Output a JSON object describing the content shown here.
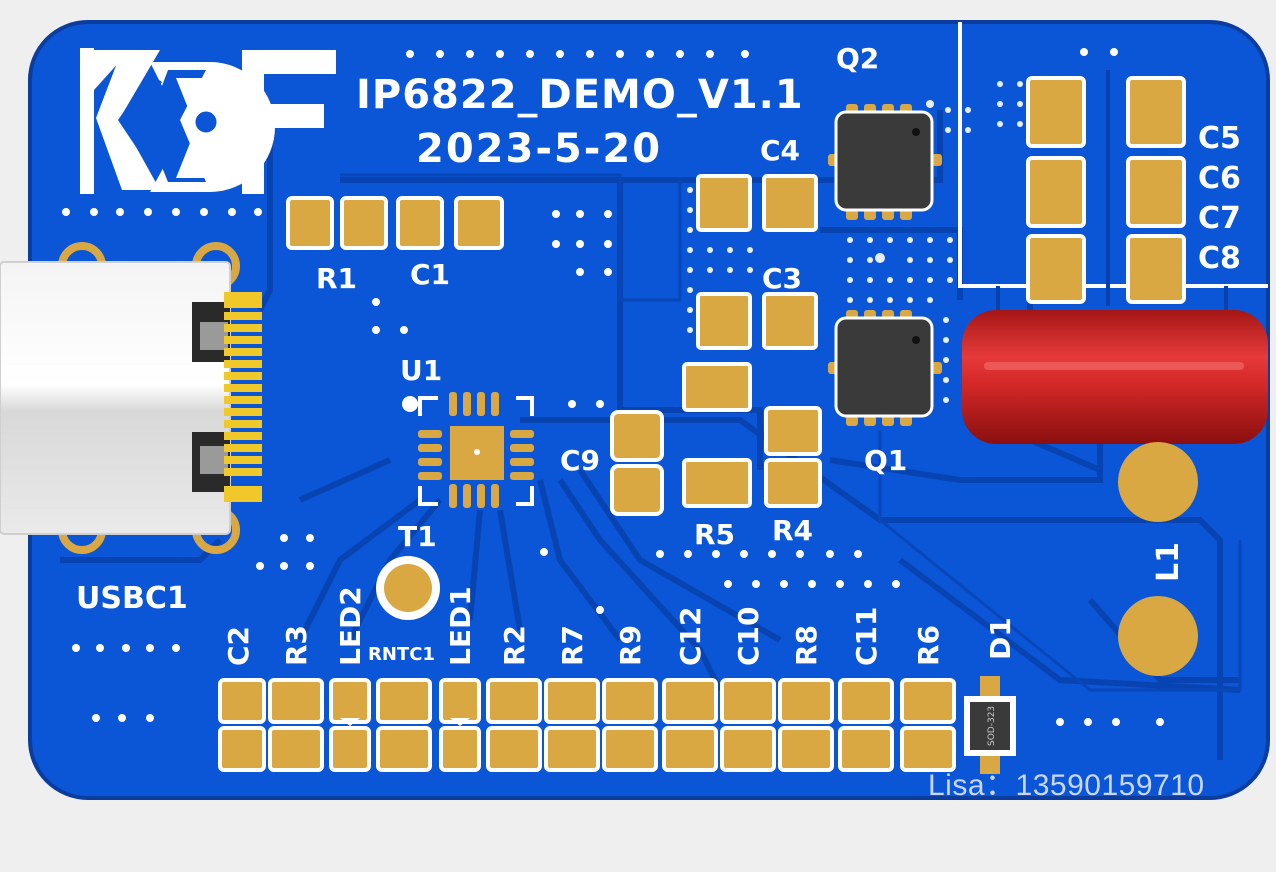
{
  "board": {
    "title": "IP6822_DEMO_V1.1",
    "date": "2023-5-20",
    "logo": "KDF"
  },
  "labels": {
    "q2": "Q2",
    "q1": "Q1",
    "c4": "C4",
    "c3": "C3",
    "c5": "C5",
    "c6": "C6",
    "c7": "C7",
    "c8": "C8",
    "r1": "R1",
    "c1": "C1",
    "u1": "U1",
    "c9": "C9",
    "r5": "R5",
    "r4": "R4",
    "t1": "T1",
    "l1": "L1",
    "usbc1": "USBC1",
    "d1": "D1",
    "d1_pkg": "SOD-323"
  },
  "bottom_row": [
    "C2",
    "R3",
    "LED2",
    "RNTC1",
    "LED1",
    "R2",
    "R7",
    "R9",
    "C12",
    "C10",
    "R8",
    "C11",
    "R6"
  ],
  "watermark": "Lisa：13590159710",
  "colors": {
    "pcb": "#0a56d6",
    "pcb_dark": "#0840a8",
    "pad": "#d9a842",
    "silk": "#ffffff",
    "chip": "#3a3a3a",
    "inductor": "#c82020"
  }
}
